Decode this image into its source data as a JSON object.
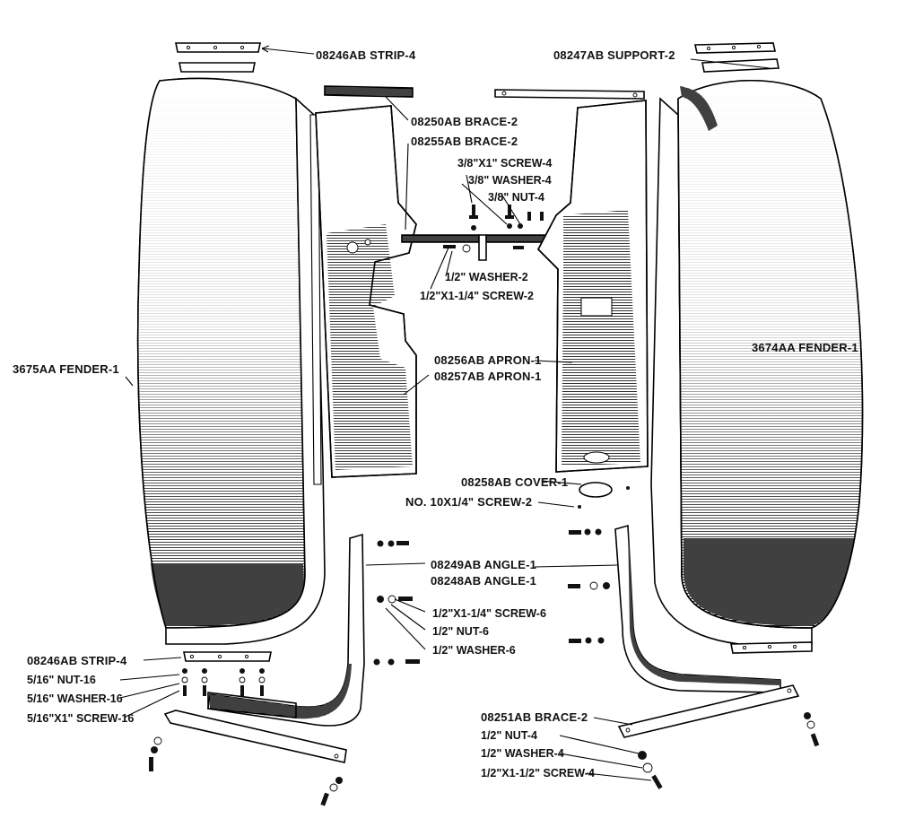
{
  "labels": {
    "strip_top": "08246AB STRIP-4",
    "support_top": "08247AB SUPPORT-2",
    "brace_250": "08250AB BRACE-2",
    "brace_255": "08255AB BRACE-2",
    "screw_38": "3/8\"X1\" SCREW-4",
    "washer_38": "3/8\" WASHER-4",
    "nut_38": "3/8\" NUT-4",
    "washer_12_top": "1/2\" WASHER-2",
    "screw_12_top": "1/2\"X1-1/4\" SCREW-2",
    "fender_left": "3675AA FENDER-1",
    "fender_right": "3674AA FENDER-1",
    "apron_256": "08256AB APRON-1",
    "apron_257": "08257AB APRON-1",
    "cover": "08258AB COVER-1",
    "screw_no10": "NO. 10X1/4\" SCREW-2",
    "angle_249": "08249AB ANGLE-1",
    "angle_248": "08248AB ANGLE-1",
    "screw_12_mid": "1/2\"X1-1/4\" SCREW-6",
    "nut_12_mid": "1/2\" NUT-6",
    "washer_12_mid": "1/2\" WASHER-6",
    "strip_bottom": "08246AB STRIP-4",
    "nut_516": "5/16\" NUT-16",
    "washer_516": "5/16\" WASHER-16",
    "screw_516": "5/16\"X1\" SCREW-16",
    "brace_251": "08251AB BRACE-2",
    "nut_12_bot": "1/2\" NUT-4",
    "washer_12_bot": "1/2\" WASHER-4",
    "screw_12_bot": "1/2\"X1-1/2\" SCREW-4"
  }
}
